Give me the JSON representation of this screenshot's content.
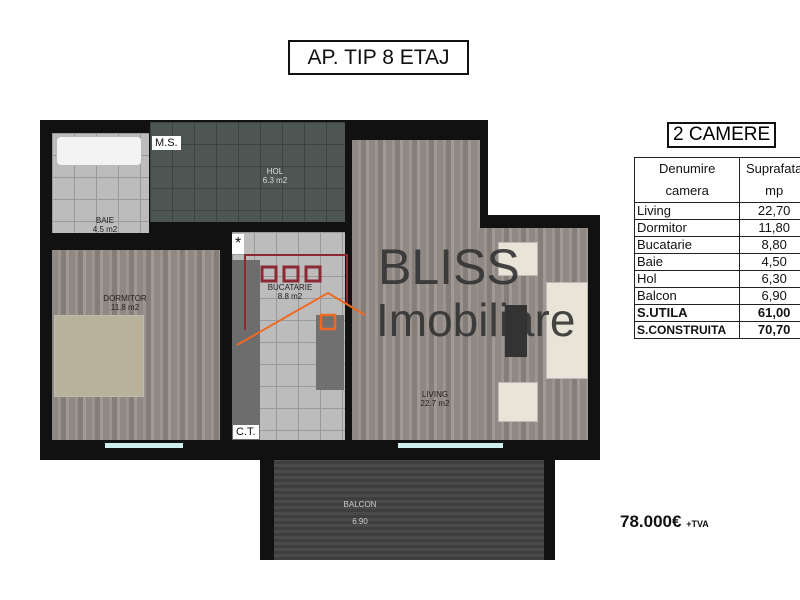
{
  "title": "AP. TIP 8 ETAJ",
  "rooms_count": "2 CAMERE",
  "plan": {
    "baie": {
      "name": "BAIE",
      "area": "4.5 m2"
    },
    "ms": "M.S.",
    "hol": {
      "name": "HOL",
      "area": "6.3 m2"
    },
    "dormitor": {
      "name": "DORMITOR",
      "area": "11.8 m2"
    },
    "bucatarie": {
      "name": "BUCATARIE",
      "area": "8.8 m2"
    },
    "ct": "C.T.",
    "living": {
      "name": "LIVING",
      "area": "22.7 m2"
    },
    "balcon": {
      "name": "BALCON",
      "area": "6.90"
    },
    "star": "*"
  },
  "watermark": {
    "line1": "BLISS",
    "line2": "Imobiliare"
  },
  "table": {
    "headers": [
      [
        "Denumire",
        "camera"
      ],
      [
        "Suprafata",
        "mp"
      ]
    ],
    "rows": [
      [
        "Living",
        "22,70"
      ],
      [
        "Dormitor",
        "11,80"
      ],
      [
        "Bucatarie",
        "8,80"
      ],
      [
        "Baie",
        "4,50"
      ],
      [
        "Hol",
        "6,30"
      ],
      [
        "Balcon",
        "6,90"
      ]
    ],
    "totals": [
      [
        "S.UTILA",
        "61,00"
      ],
      [
        "S.CONSTRUITA",
        "70,70"
      ]
    ]
  },
  "price": {
    "value": "78.000€",
    "suffix": "+TVA"
  }
}
